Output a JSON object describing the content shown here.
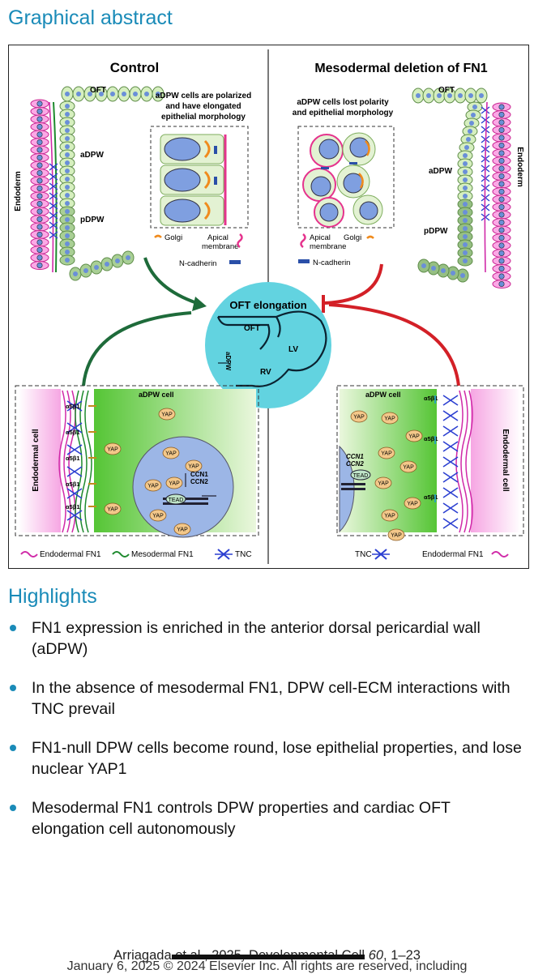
{
  "section_titles": {
    "graphical_abstract": "Graphical abstract",
    "highlights": "Highlights"
  },
  "figure": {
    "left_title": "Control",
    "right_title": "Mesodermal deletion of FN1",
    "oft": "OFT",
    "endoderm": "Endoderm",
    "adpw": "aDPW",
    "pdpw": "pDPW",
    "left_caption": [
      "aDPW cells are polarized",
      "and have elongated",
      "epithelial morphology"
    ],
    "right_caption": [
      "aDPW cells lost polarity",
      "and epithelial morphology"
    ],
    "golgi": "Golgi",
    "apical": [
      "Apical",
      "membrane"
    ],
    "ncadherin": "N-cadherin",
    "center_title": "OFT elongation",
    "heart_oft": "OFT",
    "lv": "LV",
    "rv": "RV",
    "adpw_cell": "aDPW cell",
    "endodermal_cell": "Endodermal cell",
    "integrin": "α5β1",
    "yap": "YAP",
    "tead": "TEAD",
    "ccn1": "CCN1",
    "ccn2": "CCN2",
    "legend_endodermal_fn1": "Endodermal FN1",
    "legend_mesodermal_fn1": "Mesodermal FN1",
    "legend_tnc": "TNC"
  },
  "highlights": [
    "FN1 expression is enriched in the anterior dorsal pericardial wall (aDPW)",
    "In the absence of mesodermal FN1, DPW cell-ECM interactions with TNC prevail",
    "FN1-null DPW cells become round, lose epithelial properties, and lose nuclear YAP1",
    "Mesodermal FN1 controls DPW properties and cardiac OFT elongation cell autonomously"
  ],
  "footer": {
    "author": "Arriagada",
    "struck": " et al., 2025, Developmental Cell",
    "volume": "60",
    "pages": ", 1–23",
    "cutoff": "January 6, 2025 © 2024 Elsevier Inc. All rights are reserved, including"
  },
  "colors": {
    "accent": "#1a8bb8",
    "endoderm_pink": "#f36fcf",
    "cell_green": "#cfe9b8",
    "nucleus_blue": "#8aa8e0",
    "arrow_green": "#1e6b3a",
    "inhibit_red": "#d32027",
    "heart_cyan": "#5fd3df",
    "tnc_blue": "#2b3fd1"
  }
}
